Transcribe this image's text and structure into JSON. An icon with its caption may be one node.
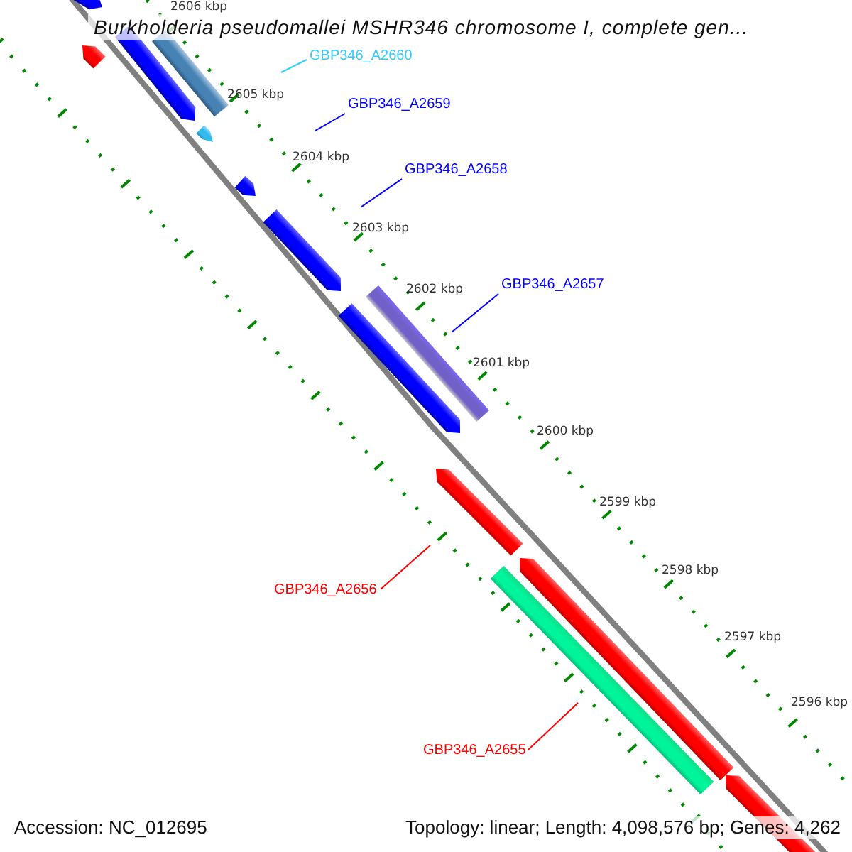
{
  "diagram": {
    "title": "Burkholderia pseudomallei MSHR346 chromosome I, complete gen...",
    "nodes": [
      {
        "text": [
          "GBP346_A2660"
        ]
      },
      {
        "text": [
          "GBP346_A2659"
        ]
      },
      {
        "text": [
          "GBP346_A2658"
        ]
      },
      {
        "text": [
          "GBP346_A2657"
        ]
      },
      {
        "text": [
          "GBP346_A2656"
        ]
      },
      {
        "text": [
          "GBP346_A2655"
        ]
      }
    ],
    "edges": [
      {
        "from": 0,
        "to": null,
        "arrow": "none",
        "color": "#33ccff"
      },
      {
        "from": 1,
        "to": null,
        "arrow": "none"
      },
      {
        "from": 2,
        "to": null,
        "arrow": "none"
      },
      {
        "from": 3,
        "to": null,
        "arrow": "none"
      },
      {
        "from": 4,
        "to": null,
        "arrow": "none",
        "color": "#ff0000"
      },
      {
        "from": 5,
        "to": null,
        "arrow": "none",
        "color": "#ff0000"
      }
    ],
    "labels": [
      "2606 kbp",
      "2605 kbp",
      "2604 kbp",
      "2603 kbp",
      "2602 kbp",
      "2601 kbp",
      "2600 kbp",
      "2599 kbp",
      "2598 kbp",
      "2597 kbp",
      "2596 kbp",
      "Accession: NC_012695",
      "Topology: linear; Length: 4,098,576 bp; Genes: 4,262"
    ]
  }
}
